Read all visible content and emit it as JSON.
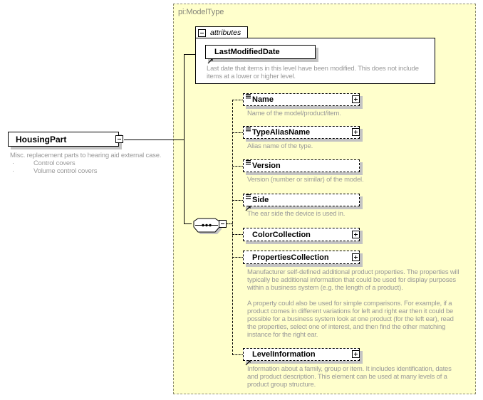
{
  "diagram": {
    "container_title": "pi:ModelType"
  },
  "source_node": {
    "label": "HousingPart",
    "toggle": "minus",
    "description": "Misc. replacement parts to hearing aid external case.",
    "bullets": [
      {
        "marker": "·",
        "text": "Control covers"
      },
      {
        "marker": "·",
        "text": "Volume control covers"
      }
    ]
  },
  "attributes_group": {
    "tab_label": "attributes",
    "toggle": "minus",
    "items": [
      {
        "label": "LastModifiedDate",
        "icons": [
          "arrow-icon"
        ],
        "description": [
          "Last date that items in this level have been modified. This does not include",
          "items at a lower or higher level."
        ]
      }
    ]
  },
  "compositor": {
    "kind": "sequence",
    "toggle": "minus"
  },
  "elements": [
    {
      "label": "Name",
      "toggle": "plus",
      "icons": [
        "sequence-marker-icon"
      ],
      "description": [
        [
          "Name of the model/product/item."
        ]
      ]
    },
    {
      "label": "TypeAliasName",
      "toggle": "plus",
      "icons": [
        "sequence-marker-icon"
      ],
      "description": [
        [
          "Alias name of the type."
        ]
      ]
    },
    {
      "label": "Version",
      "toggle": null,
      "icons": [
        "sequence-marker-icon"
      ],
      "description": [
        [
          "Version (number or similar) of the model."
        ]
      ]
    },
    {
      "label": "Side",
      "toggle": null,
      "icons": [
        "sequence-marker-icon",
        "arrow-icon"
      ],
      "description": [
        [
          "The ear side the device is used in."
        ]
      ]
    },
    {
      "label": "ColorCollection",
      "toggle": "plus",
      "icons": [],
      "description": []
    },
    {
      "label": "PropertiesCollection",
      "toggle": "plus",
      "icons": [],
      "description": [
        [
          "Manufacturer self-defined additional product properties.  The properties will",
          "typically be additional information that could be used for display purposes",
          "within a business system (e.g. the length of a product)."
        ],
        [
          "A property could also be used for simple comparisons.  For example, if a",
          "product comes in different variations for left and right ear then it could be",
          "possible for a business system look at one product (for the left ear), read",
          "the properties, select one of interest, and then find the other matching",
          "instance for the right ear."
        ]
      ]
    },
    {
      "label": "LevelInformation",
      "toggle": "plus",
      "icons": [
        "arrow-icon"
      ],
      "description": [
        [
          "Information about a family, group or item. It includes identification, dates",
          "and product description. This element can be used at many levels of a",
          "product group structure."
        ]
      ]
    }
  ],
  "colors": {
    "container_fill": "#ffffcc",
    "container_border": "#8c8c73",
    "node_fill": "#ffffff",
    "node_border": "#000000",
    "shadow": "#c3c3c3",
    "description_text": "#999999",
    "container_title_text": "#85857a"
  }
}
